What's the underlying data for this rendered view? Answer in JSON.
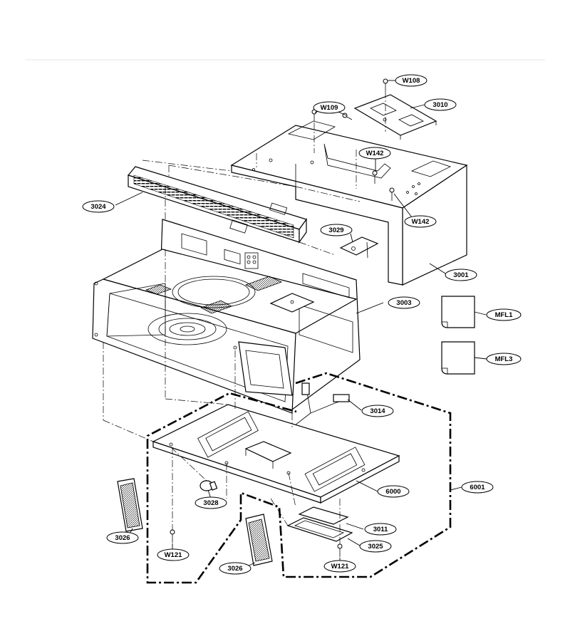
{
  "callouts": {
    "w108": "W108",
    "w109": "W109",
    "p3010": "3010",
    "w142_top": "W142",
    "w142_right": "W142",
    "p3024": "3024",
    "p3029": "3029",
    "p3001": "3001",
    "p3003": "3003",
    "mfl1": "MFL1",
    "mfl3": "MFL3",
    "p3014": "3014",
    "p6001": "6001",
    "p6000": "6000",
    "p3028": "3028",
    "p3011": "3011",
    "p3026_left": "3026",
    "p3025": "3025",
    "w121_left": "W121",
    "w121_right": "W121",
    "p3026_center": "3026"
  }
}
